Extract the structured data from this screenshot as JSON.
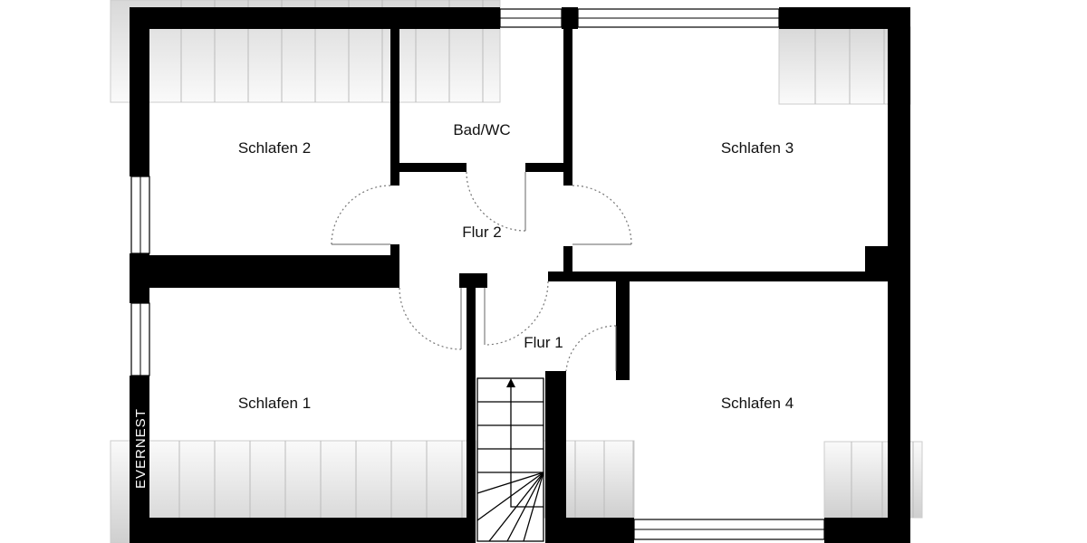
{
  "plan": {
    "rooms": {
      "schlafen2": "Schlafen 2",
      "bad": "Bad/WC",
      "schlafen3": "Schlafen 3",
      "flur2": "Flur 2",
      "flur1": "Flur 1",
      "schlafen1": "Schlafen 1",
      "schlafen4": "Schlafen 4"
    },
    "brand": "EVERNEST",
    "colors": {
      "wall": "#000000",
      "background": "#ffffff",
      "slope": "#e8e8e8"
    }
  }
}
